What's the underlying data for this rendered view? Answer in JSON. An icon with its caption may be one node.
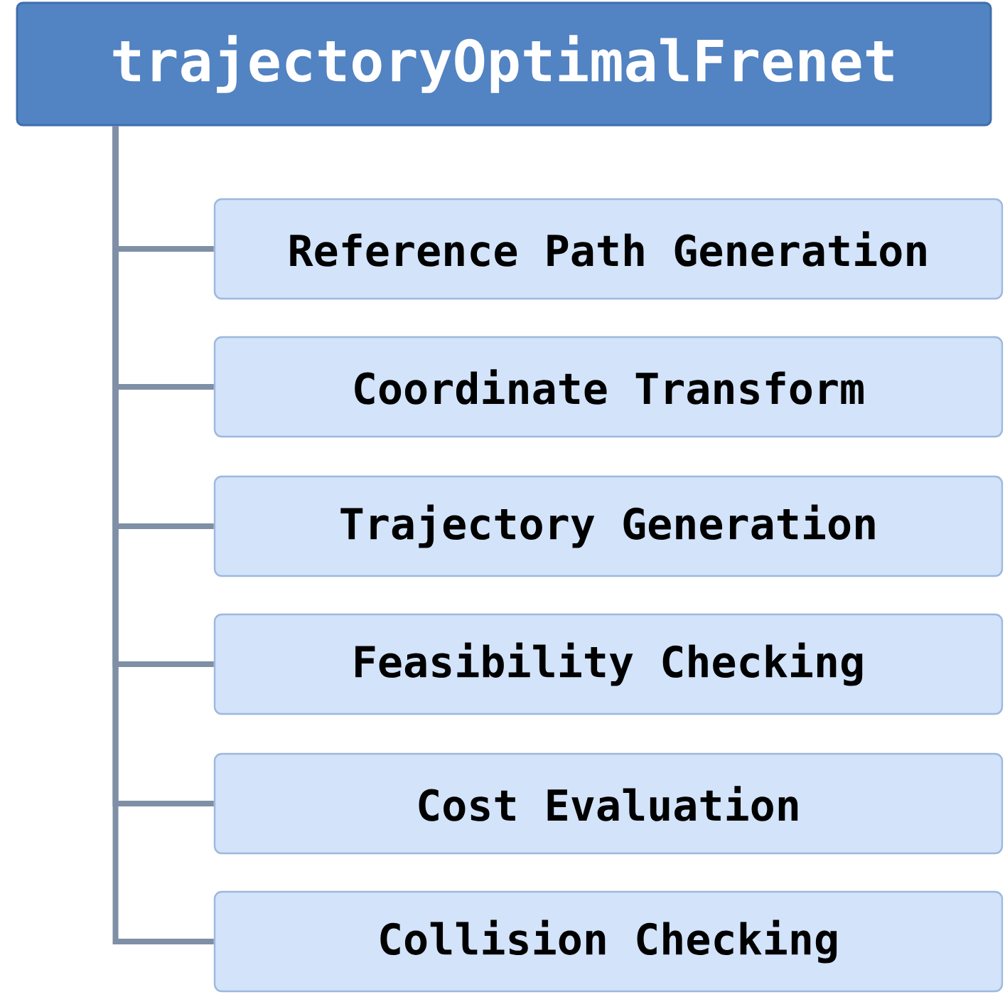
{
  "diagram": {
    "nodes": [
      {
        "text": [
          "trajectoryOptimalFrenet"
        ]
      },
      {
        "text": [
          "Reference Path Generation"
        ]
      },
      {
        "text": [
          "Coordinate Transform"
        ]
      },
      {
        "text": [
          "Trajectory Generation"
        ]
      },
      {
        "text": [
          "Feasibility Checking"
        ]
      },
      {
        "text": [
          "Cost Evaluation"
        ]
      },
      {
        "text": [
          "Collision Checking"
        ]
      }
    ],
    "edges": [
      {
        "from": 0,
        "to": 1,
        "arrow": "none"
      },
      {
        "from": 0,
        "to": 2,
        "arrow": "none"
      },
      {
        "from": 0,
        "to": 3,
        "arrow": "none"
      },
      {
        "from": 0,
        "to": 4,
        "arrow": "none"
      },
      {
        "from": 0,
        "to": 5,
        "arrow": "none"
      },
      {
        "from": 0,
        "to": 6,
        "arrow": "none"
      }
    ]
  }
}
